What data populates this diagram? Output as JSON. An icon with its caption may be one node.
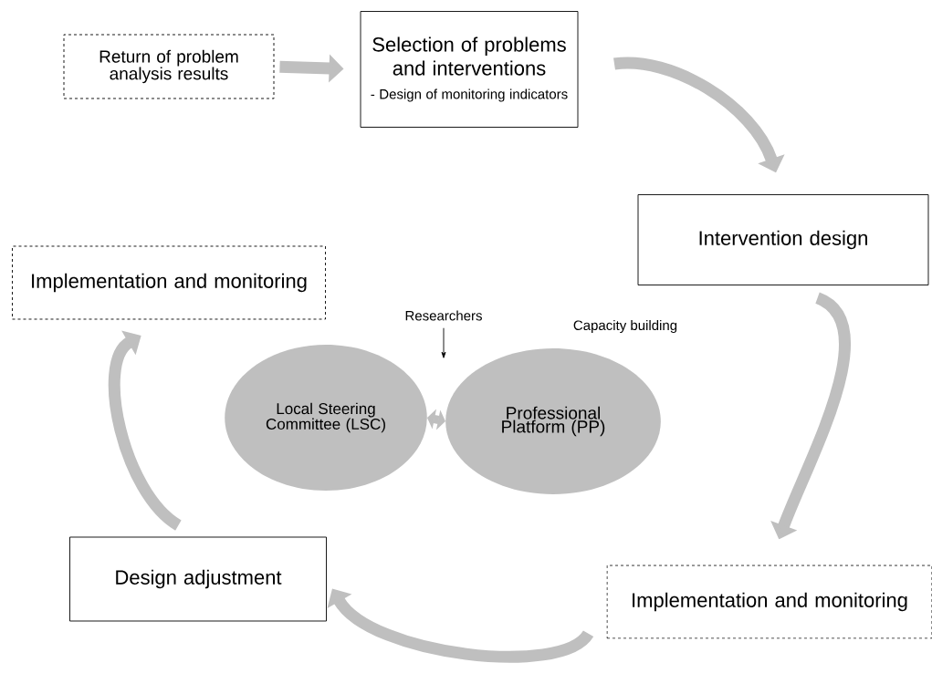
{
  "diagram": {
    "nodes": [
      {
        "text": [
          "Return of problem analysis results"
        ]
      },
      {
        "text": [
          "Selection of problems and interventions",
          "- Design of monitoring indicators"
        ]
      },
      {
        "text": [
          "Intervention design"
        ]
      },
      {
        "text": [
          "Implementation and monitoring"
        ]
      },
      {
        "text": [
          "Researchers"
        ]
      },
      {
        "text": [
          "Local Steering Committee (LSC)"
        ]
      },
      {
        "text": [
          "Professional Platform (PP)"
        ]
      },
      {
        "text": [
          "Implementation and monitoring"
        ]
      },
      {
        "text": [
          "Design adjustment"
        ]
      }
    ],
    "edges": [
      {
        "from": 0,
        "to": 1,
        "arrow": "to"
      },
      {
        "from": 1,
        "to": 2,
        "arrow": "to"
      },
      {
        "from": 2,
        "to": 7,
        "arrow": "to"
      },
      {
        "from": 7,
        "to": 8,
        "arrow": "to"
      },
      {
        "from": 8,
        "to": 3,
        "arrow": "to"
      },
      {
        "from": 4,
        "to": null,
        "arrow": "to",
        "color": "#000000"
      },
      {
        "from": 5,
        "to": 6,
        "arrow": "both"
      }
    ],
    "labels": [
      "Capacity building"
    ]
  }
}
